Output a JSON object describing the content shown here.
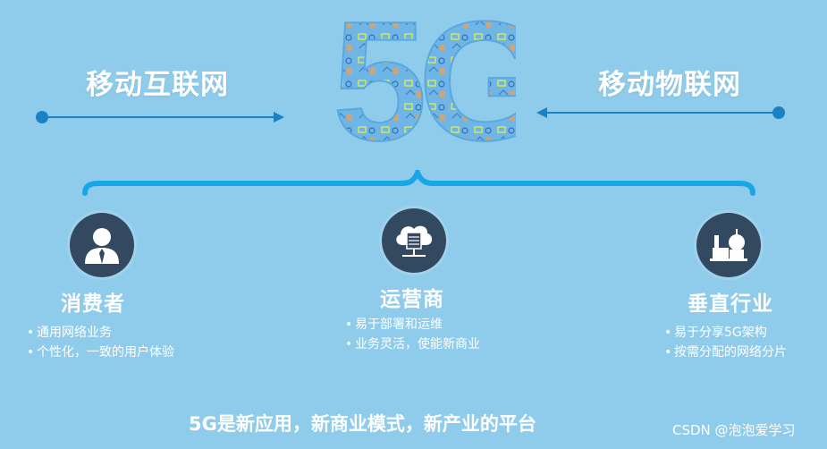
{
  "left_title": "移动互联网",
  "right_title": "移动物联网",
  "center_logo": "5G",
  "columns": [
    {
      "title": "消费者",
      "icon": "user-icon",
      "bullets": [
        "通用网络业务",
        "个性化，一致的用户体验"
      ]
    },
    {
      "title": "运营商",
      "icon": "cloud-server-icon",
      "bullets": [
        "易于部署和运维",
        "业务灵活，使能新商业"
      ]
    },
    {
      "title": "垂直行业",
      "icon": "factory-icon",
      "bullets": [
        "易于分享5G架构",
        "按需分配的网络分片"
      ]
    }
  ],
  "footer": "5G是新应用，新商业模式，新产业的平台",
  "watermark": "CSDN @泡泡爱学习",
  "colors": {
    "background": "#8fcbea",
    "accent": "#1a82c4",
    "brace": "#17a6e6",
    "icon_circle": "#33495f"
  }
}
